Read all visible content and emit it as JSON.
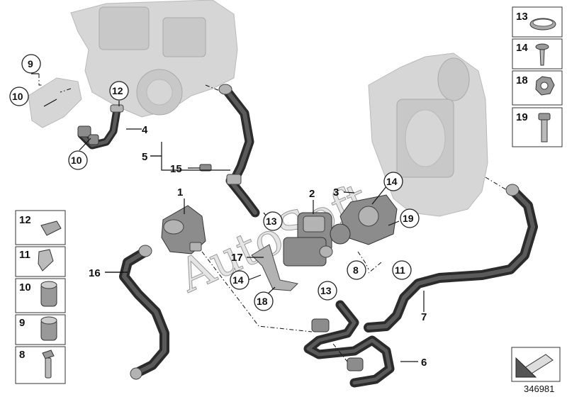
{
  "diagram": {
    "watermark": "AutoSoft",
    "reference_number": "346981",
    "callouts": {
      "c1": "1",
      "c2": "2",
      "c3": "3",
      "c4": "4",
      "c5": "5",
      "c6": "6",
      "c7": "7",
      "c8": "8",
      "c9": "9",
      "c10a": "10",
      "c10b": "10",
      "c11": "11",
      "c12": "12",
      "c13a": "13",
      "c13b": "13",
      "c14a": "14",
      "c14b": "14",
      "c15": "15",
      "c16": "16",
      "c17": "17",
      "c18": "18",
      "c19": "19"
    },
    "right_legend": [
      "13",
      "14",
      "18",
      "19"
    ],
    "left_legend": [
      "12",
      "11",
      "10",
      "9",
      "8"
    ]
  }
}
